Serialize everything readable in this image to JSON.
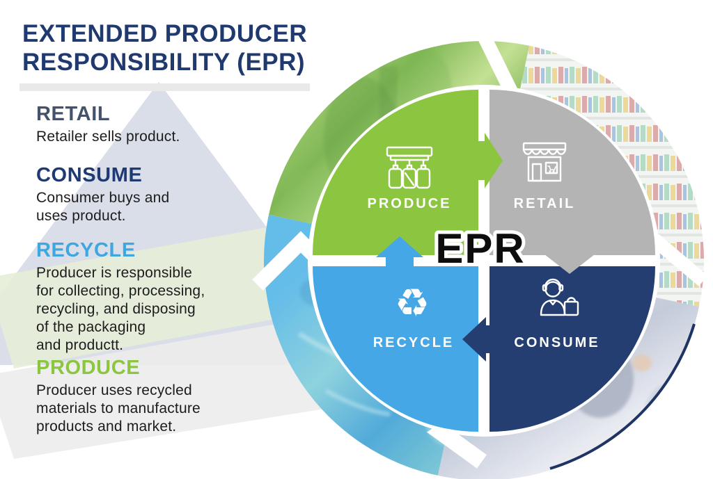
{
  "title": {
    "line1": "EXTENDED PRODUCER",
    "line2": "RESPONSIBILITY (EPR)"
  },
  "sections": [
    {
      "id": "retail",
      "heading": "RETAIL",
      "heading_color": "#44536b",
      "body": "Retailer sells product."
    },
    {
      "id": "consume",
      "heading": "CONSUME",
      "heading_color": "#1f3a72",
      "body": "Consumer buys and\nuses product."
    },
    {
      "id": "recycle",
      "heading": "RECYCLE",
      "heading_color": "#3fa7e0",
      "body": "Producer is responsible\nfor collecting, processing,\nrecycling, and disposing\nof the packaging\nand productt."
    },
    {
      "id": "produce",
      "heading": "PRODUCE",
      "heading_color": "#8cc63f",
      "body": "Producer uses recycled\nmaterials to manufacture\nproducts and market."
    }
  ],
  "cycle": {
    "center_label": "EPR",
    "quadrants": [
      {
        "label": "PRODUCE",
        "color": "#8cc640",
        "icon": "bottling-machine-icon",
        "position": "top-left"
      },
      {
        "label": "RETAIL",
        "color": "#b4b4b4",
        "icon": "storefront-icon",
        "position": "top-right"
      },
      {
        "label": "CONSUME",
        "color": "#243e72",
        "icon": "shopper-with-bag-icon",
        "position": "bottom-right"
      },
      {
        "label": "RECYCLE",
        "color": "#45a7e6",
        "icon": "recycle-arrows-icon",
        "position": "bottom-left"
      }
    ],
    "recycle_icon_glyph": "♻",
    "arrows": [
      {
        "from": "PRODUCE",
        "to": "RETAIL",
        "direction": "right",
        "color": "#8cc640"
      },
      {
        "from": "RETAIL",
        "to": "CONSUME",
        "direction": "down",
        "color": "#b4b4b4"
      },
      {
        "from": "CONSUME",
        "to": "RECYCLE",
        "direction": "left",
        "color": "#243e72"
      },
      {
        "from": "RECYCLE",
        "to": "PRODUCE",
        "direction": "up",
        "color": "#45a7e6"
      }
    ],
    "photos": [
      {
        "position": "top-left",
        "scene": "green-tinted bottling factory"
      },
      {
        "position": "top-right",
        "scene": "supermarket shelves"
      },
      {
        "position": "bottom-right",
        "scene": "shopper with child in store"
      },
      {
        "position": "bottom-left",
        "scene": "blue-tinted plastic bottles"
      }
    ]
  },
  "background": {
    "triangle_color": "#d9dee9",
    "green_band_color": "#e6eed8",
    "gray_band_color": "#ececec",
    "underline_color": "#e9e9e9",
    "title_color": "#203a70"
  }
}
